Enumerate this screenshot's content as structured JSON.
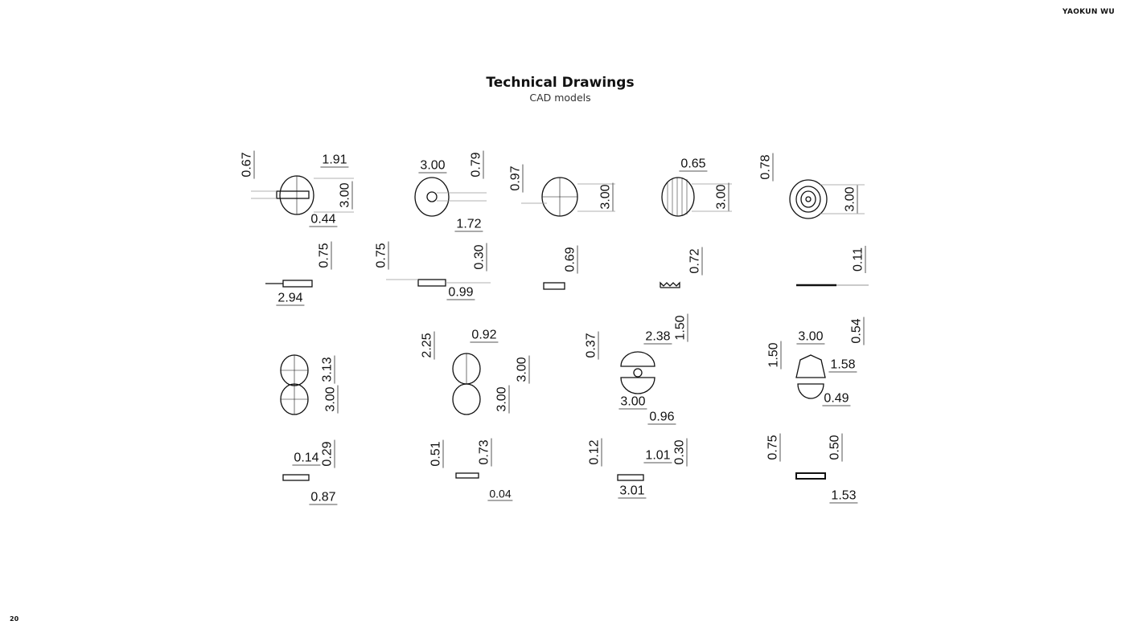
{
  "header": {
    "author": "YAOKUN WU",
    "page_number": "20"
  },
  "title": "Technical Drawings",
  "subtitle": "CAD models",
  "drawings": [
    {
      "dims": [
        "0.67",
        "1.91",
        "3.00",
        "0.44"
      ]
    },
    {
      "dims": [
        "3.00",
        "0.79",
        "1.72"
      ]
    },
    {
      "dims": [
        "0.97",
        "3.00"
      ]
    },
    {
      "dims": [
        "0.65",
        "3.00"
      ]
    },
    {
      "dims": [
        "0.78",
        "3.00"
      ]
    },
    {
      "dims": [
        "0.75",
        "2.94"
      ]
    },
    {
      "dims": [
        "0.75",
        "0.30",
        "0.99"
      ]
    },
    {
      "dims": [
        "0.69"
      ]
    },
    {
      "dims": [
        "0.72"
      ]
    },
    {
      "dims": [
        "0.11"
      ]
    },
    {
      "dims": [
        "3.13",
        "3.00"
      ]
    },
    {
      "dims": [
        "2.25",
        "0.92",
        "3.00",
        "3.00"
      ]
    },
    {
      "dims": [
        "0.37",
        "2.38",
        "1.50",
        "3.00",
        "0.96"
      ]
    },
    {
      "dims": [
        "1.50",
        "3.00",
        "0.54",
        "1.58",
        "0.49"
      ]
    },
    {
      "dims": [
        "0.14",
        "0.29",
        "0.87"
      ]
    },
    {
      "dims": [
        "0.51",
        "0.73",
        "0.04"
      ]
    },
    {
      "dims": [
        "0.12",
        "1.01",
        "0.30",
        "3.01"
      ]
    },
    {
      "dims": [
        "0.75",
        "0.50",
        "1.53"
      ]
    }
  ]
}
